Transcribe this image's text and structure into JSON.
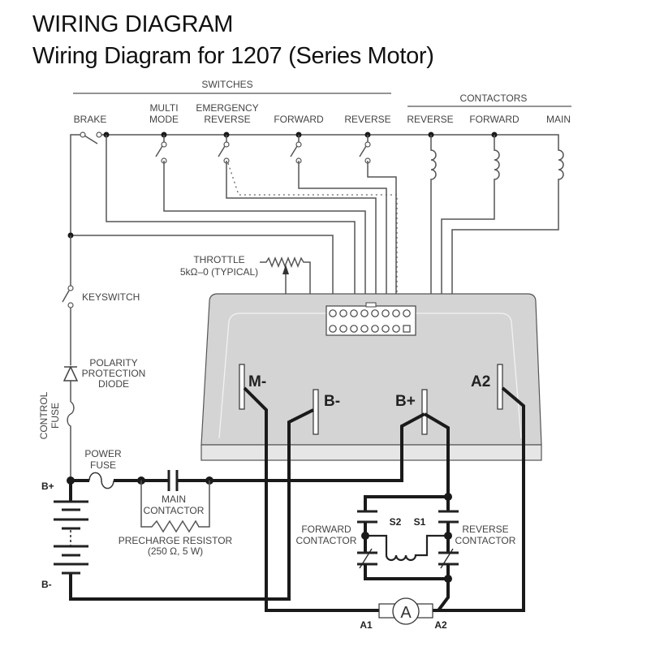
{
  "header": {
    "title": "WIRING DIAGRAM",
    "subtitle": "Wiring Diagram for 1207 (Series Motor)"
  },
  "diagram": {
    "groups": {
      "switches": "SWITCHES",
      "contactors": "CONTACTORS"
    },
    "switches": {
      "brake": "BRAKE",
      "multi_mode_1": "MULTI",
      "multi_mode_2": "MODE",
      "emergency_reverse_1": "EMERGENCY",
      "emergency_reverse_2": "REVERSE",
      "forward": "FORWARD",
      "reverse": "REVERSE"
    },
    "contactor_coils": {
      "reverse": "REVERSE",
      "forward": "FORWARD",
      "main": "MAIN"
    },
    "throttle": {
      "line1": "THROTTLE",
      "line2": "5kΩ–0  (TYPICAL)"
    },
    "keyswitch": "KEYSWITCH",
    "diode": {
      "line1": "POLARITY",
      "line2": "PROTECTION",
      "line3": "DIODE"
    },
    "control_fuse": {
      "line1": "CONTROL",
      "line2": "FUSE"
    },
    "power_fuse": {
      "line1": "POWER",
      "line2": "FUSE"
    },
    "main_contactor": {
      "line1": "MAIN",
      "line2": "CONTACTOR"
    },
    "precharge": {
      "line1": "PRECHARGE RESISTOR",
      "line2": "(250 Ω, 5 W)"
    },
    "battery": {
      "positive": "B+",
      "negative": "B-"
    },
    "controller_terminals": {
      "m_minus": "M-",
      "b_minus": "B-",
      "b_plus": "B+",
      "a2": "A2"
    },
    "forward_contactor": {
      "line1": "FORWARD",
      "line2": "CONTACTOR"
    },
    "reverse_contactor": {
      "line1": "REVERSE",
      "line2": "CONTACTOR"
    },
    "field": {
      "s2": "S2",
      "s1": "S1"
    },
    "armature": {
      "symbol": "A",
      "a1": "A1",
      "a2": "A2"
    },
    "connector": {
      "rows": 2,
      "pins_per_row": 8
    },
    "colors": {
      "wire": "#1a1a1a",
      "controller_body": "#d4d4d4",
      "controller_base": "#e6e6e6",
      "label": "#444444"
    }
  }
}
